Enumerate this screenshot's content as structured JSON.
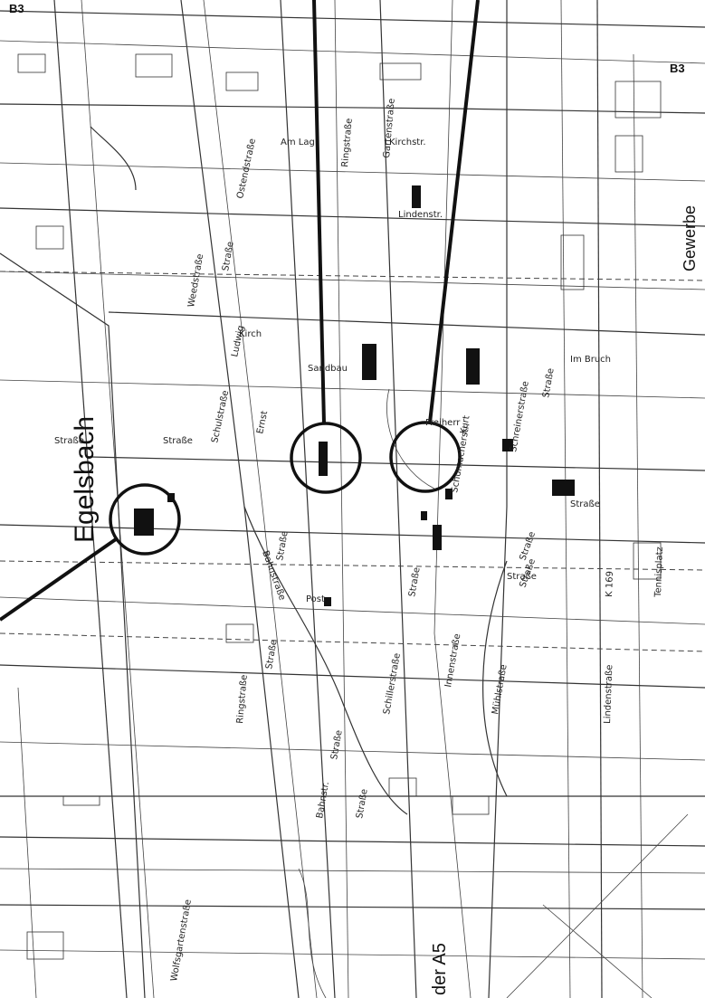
{
  "map": {
    "town_label": "Egelsbach",
    "road_labels": [
      "B3",
      "B3"
    ],
    "district_label": "Gewerbe",
    "bottom_label": "der A5",
    "streets": [
      "Weedstraße",
      "Straße",
      "Ostendstraße",
      "Schulstraße",
      "Ludwig",
      "Kirch",
      "Ernst",
      "Bahnstraße",
      "Straße",
      "Straße",
      "Bahnstr.",
      "Wolfsgartenstraße",
      "Straße",
      "Straße",
      "Schreinerstraße",
      "Kurt",
      "Schumacherstr.",
      "Lindenstraße",
      "Ringstraße",
      "Straße",
      "Innenstraße",
      "Mühlstraße",
      "Ringstraße",
      "Gartenstraße",
      "Sandbau",
      "Post",
      "Freiherr",
      "Tennisplatz",
      "Straße",
      "Straße",
      "Am Lag",
      "Straße",
      "Kirchstr.",
      "Lindenstr.",
      "Straße",
      "Straße",
      "Straße",
      "Straße",
      "Schillerstraße",
      "Im Bruch",
      "K 169"
    ]
  }
}
